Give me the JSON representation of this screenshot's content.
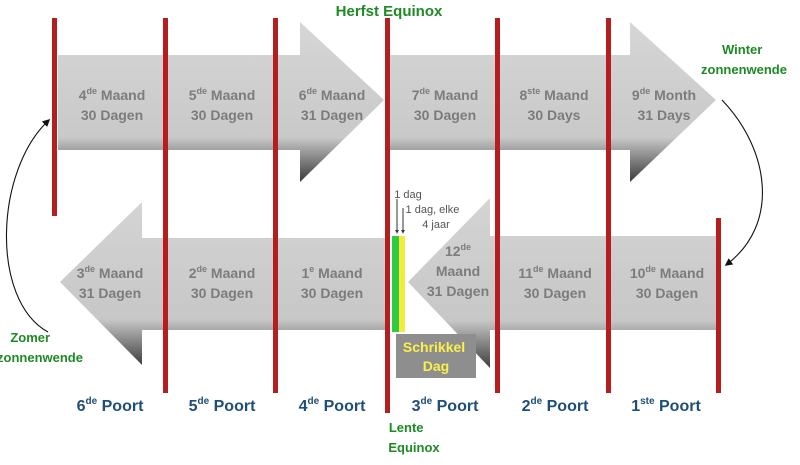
{
  "title_top": "Herfst Equinox",
  "winter_label": [
    "Winter",
    "zonnenwende"
  ],
  "summer_label": [
    "Zomer",
    "zonnenwende"
  ],
  "spring_label": [
    "Lente",
    "Equinox"
  ],
  "leap_label": [
    "Schrikkel",
    "Dag"
  ],
  "leap_notes": {
    "one_day": "1 dag",
    "every_four": [
      "1 dag, elke",
      "4 jaar"
    ]
  },
  "top_months": [
    {
      "num": "4",
      "sup": "de",
      "word": "Maand",
      "days": "30 Dagen"
    },
    {
      "num": "5",
      "sup": "de",
      "word": "Maand",
      "days": "30 Dagen"
    },
    {
      "num": "6",
      "sup": "de",
      "word": "Maand",
      "days": "31 Dagen"
    },
    {
      "num": "7",
      "sup": "de",
      "word": "Maand",
      "days": "30 Dagen"
    },
    {
      "num": "8",
      "sup": "ste",
      "word": "Maand",
      "days": "30 Days"
    },
    {
      "num": "9",
      "sup": "de",
      "word": "Month",
      "days": "31 Days"
    }
  ],
  "bottom_months": [
    {
      "num": "3",
      "sup": "de",
      "word": "Maand",
      "days": "31 Dagen"
    },
    {
      "num": "2",
      "sup": "de",
      "word": "Maand",
      "days": "30 Dagen"
    },
    {
      "num": "1",
      "sup": "e",
      "word": "Maand",
      "days": "30 Dagen"
    },
    {
      "num": "12",
      "sup": "de",
      "word": "Maand",
      "days": "31 Dagen",
      "stacked": true
    },
    {
      "num": "11",
      "sup": "de",
      "word": "Maand",
      "days": "30 Dagen"
    },
    {
      "num": "10",
      "sup": "de",
      "word": "Maand",
      "days": "30 Dagen"
    }
  ],
  "gates": [
    {
      "num": "6",
      "sup": "de",
      "word": "Poort"
    },
    {
      "num": "5",
      "sup": "de",
      "word": "Poort"
    },
    {
      "num": "4",
      "sup": "de",
      "word": "Poort"
    },
    {
      "num": "3",
      "sup": "de",
      "word": "Poort"
    },
    {
      "num": "2",
      "sup": "de",
      "word": "Poort"
    },
    {
      "num": "1",
      "sup": "ste",
      "word": "Poort"
    }
  ],
  "colors": {
    "divider": "#b51e1e",
    "arrow_fill": "#d3d3d3",
    "month_text": "#7c7c7c",
    "season_text": "#1e8a24",
    "gate_text": "#1f4e79",
    "leap_box": "#8e8e8e",
    "leap_text": "#fbf04a",
    "leap_green": "#2ecc40",
    "leap_yellow": "#f6ea3a"
  }
}
